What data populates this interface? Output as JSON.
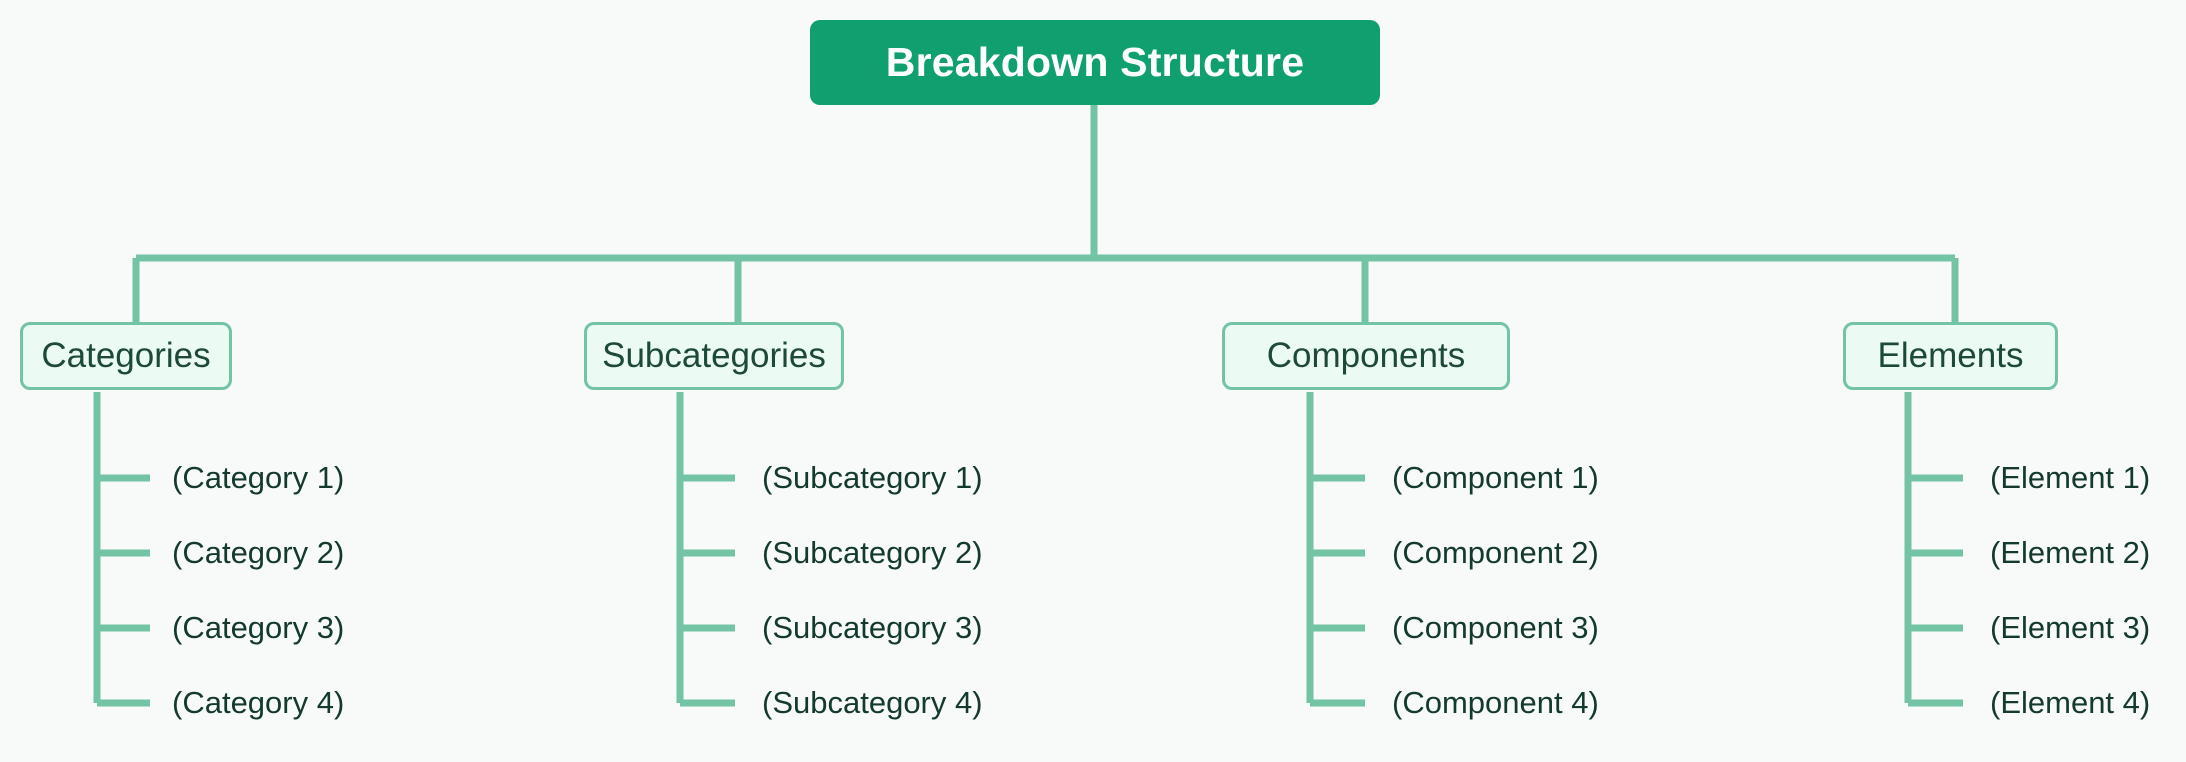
{
  "diagram": {
    "title": "Breakdown Structure",
    "type": "tree-breakdown-structure",
    "colors": {
      "background": "#f8f9f9",
      "root_fill": "#10a070",
      "root_text": "#ffffff",
      "branch_fill": "#ecfaf4",
      "branch_border": "#72c4a4",
      "branch_text": "#1d4a37",
      "connector": "#72c4a4",
      "leaf_text": "#133a2b"
    },
    "root": {
      "label": "Breakdown Structure"
    },
    "branches": [
      {
        "label": "Categories",
        "leaves": [
          {
            "label": "(Category 1)"
          },
          {
            "label": "(Category 2)"
          },
          {
            "label": "(Category 3)"
          },
          {
            "label": "(Category 4)"
          }
        ]
      },
      {
        "label": "Subcategories",
        "leaves": [
          {
            "label": "(Subcategory 1)"
          },
          {
            "label": "(Subcategory 2)"
          },
          {
            "label": "(Subcategory 3)"
          },
          {
            "label": "(Subcategory 4)"
          }
        ]
      },
      {
        "label": "Components",
        "leaves": [
          {
            "label": "(Component 1)"
          },
          {
            "label": "(Component 2)"
          },
          {
            "label": "(Component 3)"
          },
          {
            "label": "(Component 4)"
          }
        ]
      },
      {
        "label": "Elements",
        "leaves": [
          {
            "label": "(Element 1)"
          },
          {
            "label": "(Element 2)"
          },
          {
            "label": "(Element 3)"
          },
          {
            "label": "(Element 4)"
          }
        ]
      }
    ]
  }
}
